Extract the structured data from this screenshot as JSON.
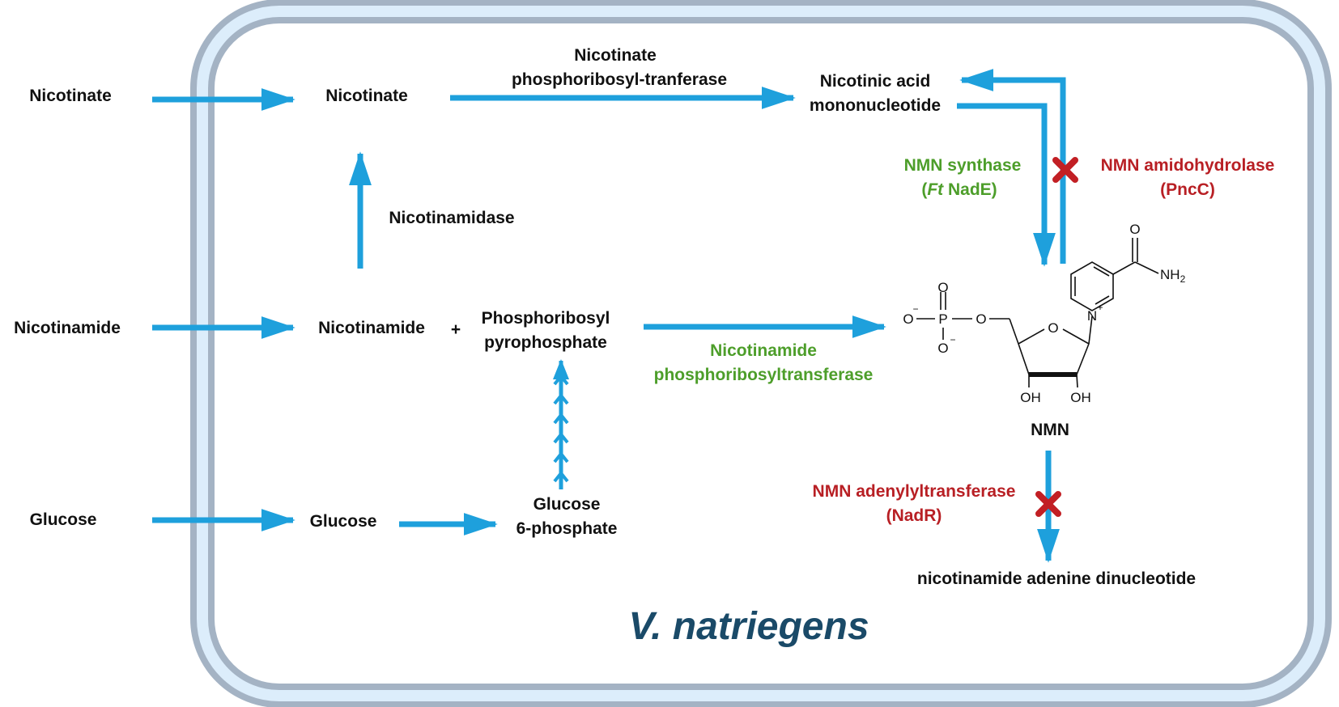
{
  "organism": "V. natriegens",
  "inputs": {
    "nicotinate": "Nicotinate",
    "nicotinamide": "Nicotinamide",
    "glucose": "Glucose"
  },
  "nodes": {
    "nicotinate": "Nicotinate",
    "nicotinamide": "Nicotinamide",
    "plus": "+",
    "prpp_line1": "Phosphoribosyl",
    "prpp_line2": "pyrophosphate",
    "glucose": "Glucose",
    "g6p_line1": "Glucose",
    "g6p_line2": "6-phosphate",
    "namn_line1": "Nicotinic acid",
    "namn_line2": "mononucleotide",
    "nmn": "NMN",
    "nad": "nicotinamide adenine dinucleotide"
  },
  "enzymes": {
    "naprt_line1": "Nicotinate",
    "naprt_line2": "phosphoribosyl-tranferase",
    "nicotinamidase": "Nicotinamidase",
    "nampt_line1": "Nicotinamide",
    "nampt_line2": "phosphoribosyltransferase",
    "nmn_synthase_line1": "NMN synthase",
    "nmn_synthase_prefix": "(",
    "nmn_synthase_italic": "Ft",
    "nmn_synthase_suffix": " NadE)",
    "pncc_line1": "NMN amidohydrolase",
    "pncc_line2": "(PncC)",
    "nadr_line1": "NMN adenylyltransferase",
    "nadr_line2": "(NadR)"
  },
  "structure": {
    "o_minus_left": "O",
    "minus_sign": "−",
    "p": "P",
    "o_top": "O",
    "o_bottom": "O",
    "o_ester": "O",
    "o_ring": "O",
    "n_plus": "N",
    "plus_sign": "+",
    "oh_left": "OH",
    "oh_right": "OH",
    "o_carbonyl": "O",
    "nh2": "NH",
    "nh2_sub": "2"
  },
  "colors": {
    "arrow": "#1ea0dc",
    "membrane_outer": "#a4b3c4",
    "membrane_inner": "#dcedfb",
    "green_label": "#4d9e2a",
    "red_label": "#b81f24",
    "block_mark": "#c21f24",
    "organism_text": "#1a4a68"
  }
}
